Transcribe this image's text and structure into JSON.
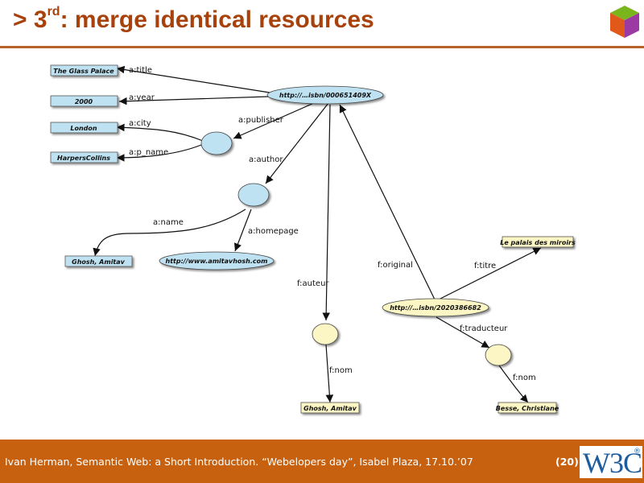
{
  "header": {
    "prefix": ">",
    "ordinal_number": "3",
    "ordinal_suffix": "rd",
    "title_rest": ": merge identical resources"
  },
  "diagram": {
    "nodes": {
      "title_val": "The Glass Palace",
      "year_val": "2000",
      "city_val": "London",
      "pname_val": "HarpersCollins",
      "isbn_en": "http://…isbn/000651409X",
      "author_name_en": "Ghosh, Amitav",
      "homepage": "http://www.amitavhosh.com",
      "titre_val": "Le palais des miroirs",
      "isbn_fr": "http://…isbn/2020386682",
      "author_name_fr": "Ghosh, Amitav",
      "translator_name": "Besse, Christiane"
    },
    "edges": {
      "title": "a:title",
      "year": "a:year",
      "city": "a:city",
      "p_name": "a:p_name",
      "publisher": "a:publisher",
      "author": "a:author",
      "name": "a:name",
      "homepage": "a:homepage",
      "auteur": "f:auteur",
      "nom_author": "f:nom",
      "original": "f:original",
      "titre": "f:titre",
      "traducteur": "f:traducteur",
      "nom_translator": "f:nom"
    }
  },
  "footer": {
    "text": "Ivan Herman, Semantic Web: a Short Introduction. “Webelopers day”, Isabel Plaza, 17.10.’07",
    "page": "(20)",
    "logo_text": "W3C",
    "logo_mark": "®"
  },
  "colors": {
    "title": "#a8420c",
    "footer_bg": "#c7610f",
    "english_node": "#bfe2f2",
    "french_node": "#fbf6c4"
  }
}
